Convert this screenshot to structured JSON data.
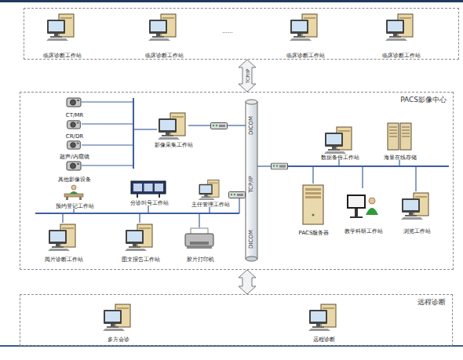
{
  "diagram": {
    "nodes": [
      {
        "text": []
      },
      {
        "text": [
          "临床诊断工作站"
        ],
        "in": 0
      },
      {
        "text": [
          "临床诊断工作站"
        ],
        "in": 0
      },
      {
        "text": [
          "临床诊断工作站"
        ],
        "in": 0
      },
      {
        "text": [
          "临床诊断工作站"
        ],
        "in": 0
      },
      {
        "text": [
          "PACS影像中心"
        ]
      },
      {
        "text": [
          "CT/MR"
        ],
        "in": 5
      },
      {
        "text": [
          "CR/DR"
        ],
        "in": 5
      },
      {
        "text": [
          "超声/内窥镜"
        ],
        "in": 5
      },
      {
        "text": [
          "其他影像设备"
        ],
        "in": 5
      },
      {
        "text": [
          "影像采集工作站"
        ],
        "in": 5
      },
      {
        "text": [
          "预约登记工作站"
        ],
        "in": 5
      },
      {
        "text": [
          "分诊叫号工作站"
        ],
        "in": 5
      },
      {
        "text": [
          "主任管理工作站"
        ],
        "in": 5
      },
      {
        "text": [
          "阅片诊断工作站"
        ],
        "in": 5
      },
      {
        "text": [
          "图文报告工作站"
        ],
        "in": 5
      },
      {
        "text": [
          "胶片打印机"
        ],
        "in": 5
      },
      {
        "text": [
          "数据备份工作站"
        ],
        "in": 5
      },
      {
        "text": [
          "海量在线存储"
        ],
        "in": 5
      },
      {
        "text": [
          "PACS服务器"
        ],
        "in": 5
      },
      {
        "text": [
          "教学科研工作站"
        ],
        "in": 5
      },
      {
        "text": [
          "浏览工作站"
        ],
        "in": 5
      },
      {
        "text": [
          "远程诊断"
        ]
      },
      {
        "text": [
          "多方会诊"
        ],
        "in": 22
      },
      {
        "text": [
          "远程诊断"
        ],
        "in": 22
      }
    ],
    "edges": [
      {
        "from": 0,
        "to": 5,
        "arrow": "both",
        "label": "TCP/IP"
      },
      {
        "from": 5,
        "to": 22,
        "arrow": "both"
      }
    ],
    "labels": [
      "......",
      "DICOM",
      "TCP/IP",
      "DICOM"
    ]
  }
}
